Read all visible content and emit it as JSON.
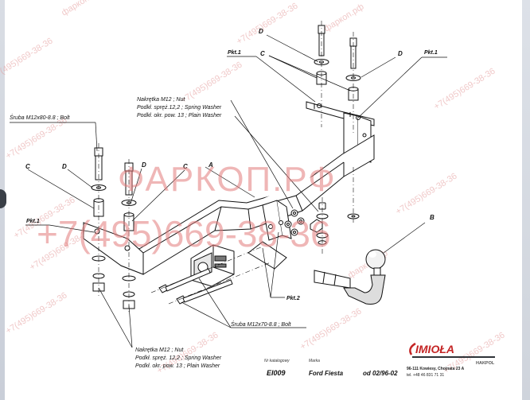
{
  "parts": {
    "A": "A",
    "B": "B",
    "C": "C",
    "D": "D"
  },
  "labels": {
    "pkt1": "Pkt.1",
    "pkt2": "Pkt.2"
  },
  "annotations": {
    "bolt_m12x80": "Śruba M12x80-8.8 ;  Bolt",
    "nut_top": "Nakrętka  M12 ;  Nut",
    "spring_top": "Podkł. spręż.12,2 ;  Spring Washer",
    "plain_top": "Podkł. okr. pow. 13 ;  Plain Washer",
    "bolt_m12x70": "Śruba M12x70-8.8 ;  Bolt",
    "nut_bottom": "Nakrętka  M12 ;  Nut",
    "spring_bottom": "Podkł. spręż. 12,2 ;  Spring Washer",
    "plain_bottom": "Podkł. okr. pow. 13 ;  Plain Washer"
  },
  "watermark": {
    "main_line1": "ФАРКОП.РФ",
    "main_line2": "+7(495)669-38-36",
    "small_a": "фаркоп.рф",
    "small_b": "+7(495)669-38-36"
  },
  "title_block": {
    "drawing_no_label": "Nr katalogowy",
    "drawing_no": "EI009",
    "brand_label": "Marka",
    "brand": "Ford Fiesta",
    "date": "od  02/96-02"
  },
  "company": {
    "name": "IMIOŁA",
    "sub": "HAKPOL",
    "address": "96-111 Kowiesy, Chojnata 23 A",
    "phone": "tel. +48 46 831 71 31"
  }
}
